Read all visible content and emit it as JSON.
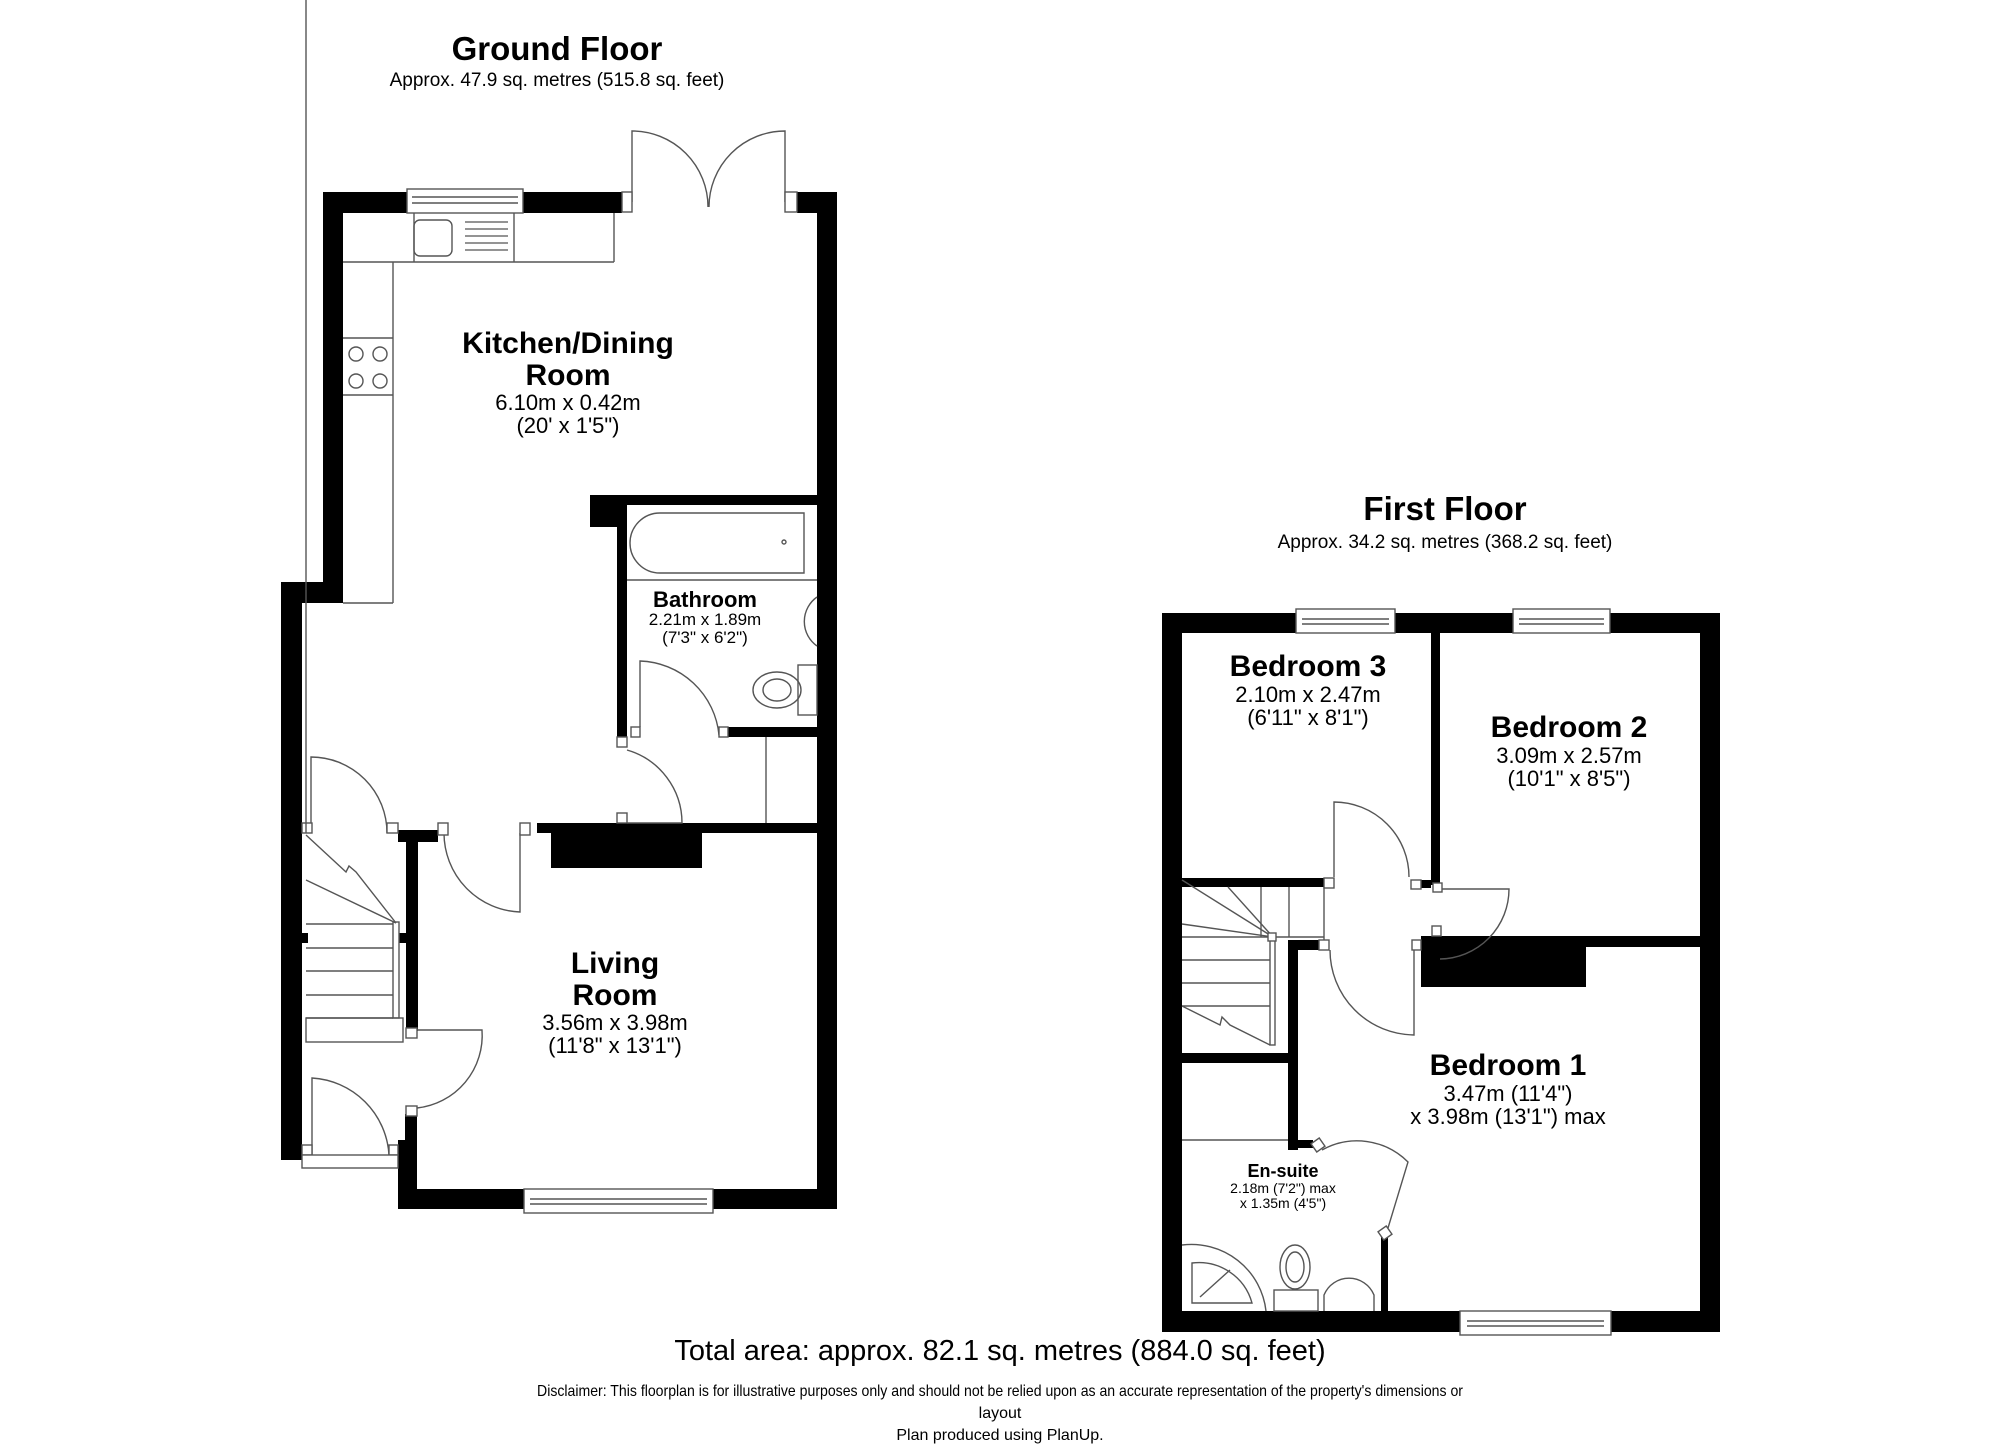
{
  "ground_floor": {
    "title": "Ground Floor",
    "area": "Approx. 47.9 sq. metres (515.8 sq. feet)",
    "rooms": [
      {
        "name": "Kitchen/Dining",
        "name2": "Room",
        "dim_m": "6.10m x 0.42m",
        "dim_ft": "(20' x 1'5\")"
      },
      {
        "name": "Bathroom",
        "dim_m": "2.21m x 1.89m",
        "dim_ft": "(7'3\" x 6'2\")"
      },
      {
        "name": "Living",
        "name2": "Room",
        "dim_m": "3.56m x 3.98m",
        "dim_ft": "(11'8\" x 13'1\")"
      }
    ]
  },
  "first_floor": {
    "title": "First Floor",
    "area": "Approx. 34.2 sq. metres (368.2 sq. feet)",
    "rooms": [
      {
        "name": "Bedroom 3",
        "dim_m": "2.10m x 2.47m",
        "dim_ft": "(6'11\" x 8'1\")"
      },
      {
        "name": "Bedroom 2",
        "dim_m": "3.09m x 2.57m",
        "dim_ft": "(10'1\" x 8'5\")"
      },
      {
        "name": "Bedroom 1",
        "dim_m": "3.47m (11'4\")",
        "dim_ft": "x 3.98m (13'1\") max"
      },
      {
        "name": "En-suite",
        "dim_m": "2.18m (7'2\") max",
        "dim_ft": "x 1.35m (4'5\")"
      }
    ]
  },
  "footer": {
    "total_area": "Total area: approx. 82.1 sq. metres (884.0 sq. feet)",
    "disclaimer_line1": "Disclaimer: This floorplan is for illustrative purposes only and should not be relied upon as an accurate representation of the property's dimensions or",
    "disclaimer_line2": "layout",
    "produced_by": "Plan produced using PlanUp."
  },
  "colors": {
    "wall": "#000000",
    "fixture_line": "#555555",
    "background": "#ffffff"
  }
}
